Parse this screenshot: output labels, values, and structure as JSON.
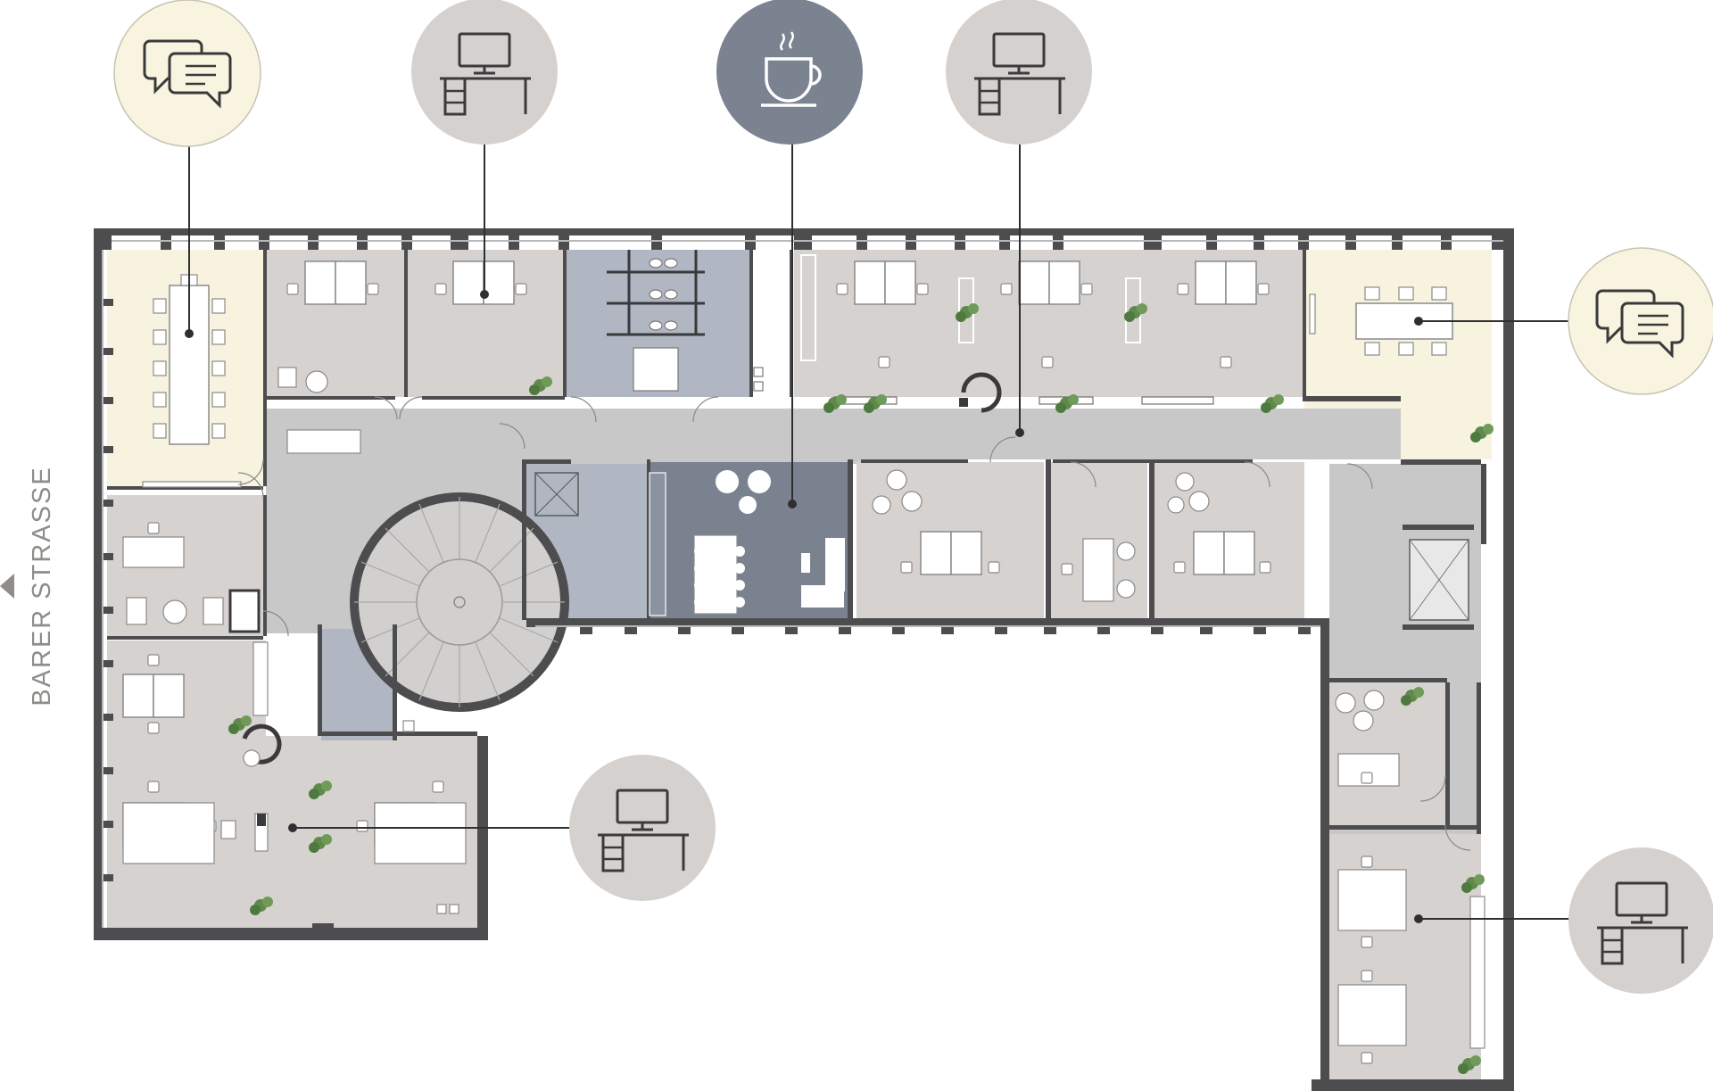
{
  "street_label": "BARER STRASSE",
  "colors": {
    "office_fill": "#d6d2cf",
    "corridor_fill": "#c9c8c8",
    "meeting_fill": "#f7f3df",
    "restroom_fill": "#b0b7c2",
    "kitchen_fill": "#7a8290",
    "wall": "#4d4d4f",
    "icon_meeting_bg": "#f8f4df",
    "icon_desk_bg": "#d4d1ce",
    "icon_coffee_bg": "#7b8391",
    "icon_stroke": "#3a3a3c",
    "plant": "#5f8a4c",
    "street_text": "#8f8c89"
  },
  "callouts": [
    {
      "id": "meeting-top-left",
      "icon": "chat-bubbles-icon",
      "kind": "meeting"
    },
    {
      "id": "workspace-top-left",
      "icon": "desk-workstation-icon",
      "kind": "desk"
    },
    {
      "id": "kitchen",
      "icon": "coffee-cup-icon",
      "kind": "coffee"
    },
    {
      "id": "workspace-top-right",
      "icon": "desk-workstation-icon",
      "kind": "desk"
    },
    {
      "id": "meeting-right",
      "icon": "chat-bubbles-icon",
      "kind": "meeting"
    },
    {
      "id": "workspace-bottom-left",
      "icon": "desk-workstation-icon",
      "kind": "desk"
    },
    {
      "id": "workspace-bottom-right",
      "icon": "desk-workstation-icon",
      "kind": "desk"
    }
  ]
}
